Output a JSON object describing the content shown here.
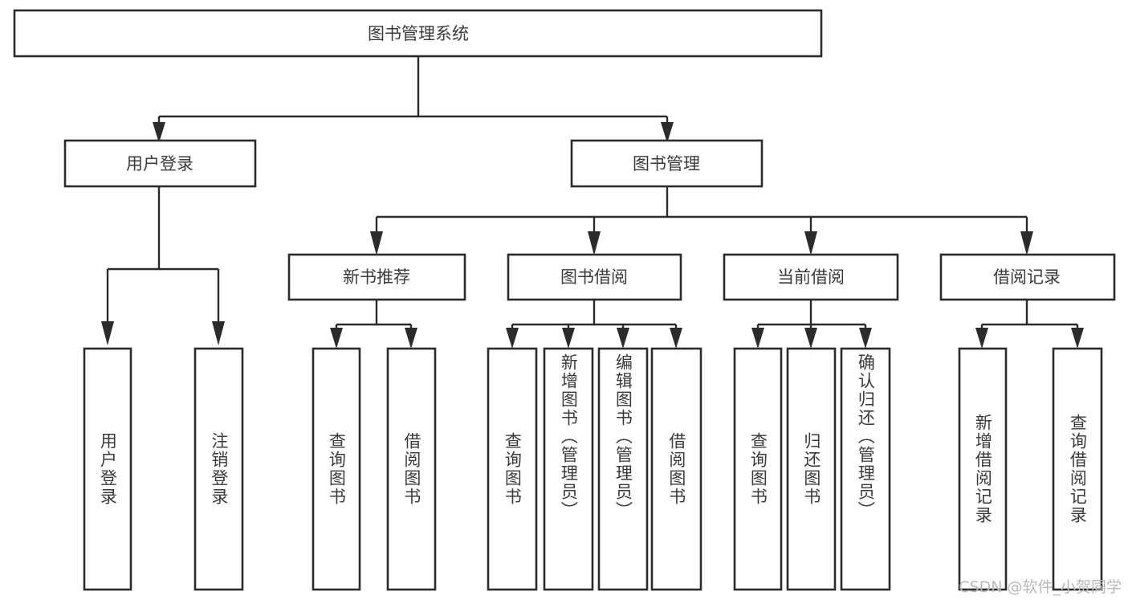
{
  "diagram": {
    "type": "tree-hierarchy-flowchart",
    "title": "图书管理系统",
    "colors": {
      "stroke": "#2b2b2b",
      "fill": "#ffffff",
      "text": "#3a3a3a",
      "watermark": "#b9b9b9",
      "background": "#ffffff"
    },
    "root": {
      "label": "图书管理系统"
    },
    "level2": [
      {
        "label": "用户登录"
      },
      {
        "label": "图书管理"
      }
    ],
    "level3": [
      {
        "label": "新书推荐"
      },
      {
        "label": "图书借阅"
      },
      {
        "label": "当前借阅"
      },
      {
        "label": "借阅记录"
      }
    ],
    "leaves": {
      "user_login": [
        {
          "label": "用户登录"
        },
        {
          "label": "注销登录"
        }
      ],
      "new_book_recommend": [
        {
          "label": "查询图书"
        },
        {
          "label": "借阅图书"
        }
      ],
      "book_borrow": [
        {
          "label": "查询图书"
        },
        {
          "label": "新增图书（管理员）"
        },
        {
          "label": "编辑图书（管理员）"
        },
        {
          "label": "借阅图书"
        }
      ],
      "current_borrow": [
        {
          "label": "查询图书"
        },
        {
          "label": "归还图书"
        },
        {
          "label": "确认归还（管理员）"
        }
      ],
      "borrow_record": [
        {
          "label": "新增借阅记录"
        },
        {
          "label": "查询借阅记录"
        }
      ]
    },
    "watermark": "CSDN @软件_小贺同学"
  }
}
